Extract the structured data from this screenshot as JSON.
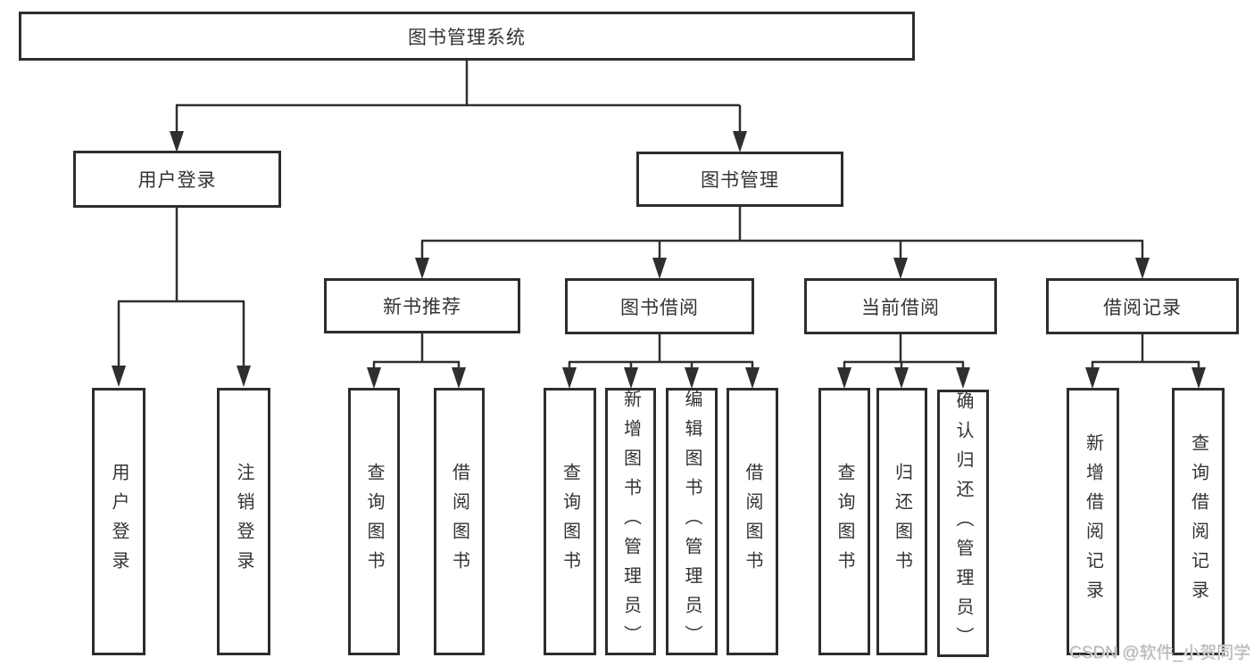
{
  "colors": {
    "line": "#2f2f2f",
    "box_border": "#2d2d2d",
    "text": "#333333",
    "watermark": "#b7b7bb",
    "background": "#ffffff"
  },
  "tree": {
    "label": "图书管理系统",
    "children": [
      {
        "label": "用户登录",
        "children": [
          {
            "label": "用户登录"
          },
          {
            "label": "注销登录"
          }
        ]
      },
      {
        "label": "图书管理",
        "children": [
          {
            "label": "新书推荐",
            "children": [
              {
                "label": "查询图书"
              },
              {
                "label": "借阅图书"
              }
            ]
          },
          {
            "label": "图书借阅",
            "children": [
              {
                "label": "查询图书"
              },
              {
                "label": "新增图书（管理员）"
              },
              {
                "label": "编辑图书（管理员）"
              },
              {
                "label": "借阅图书"
              }
            ]
          },
          {
            "label": "当前借阅",
            "children": [
              {
                "label": "查询图书"
              },
              {
                "label": "归还图书"
              },
              {
                "label": "确认归还（管理员）"
              }
            ]
          },
          {
            "label": "借阅记录",
            "children": [
              {
                "label": "新增借阅记录"
              },
              {
                "label": "查询借阅记录"
              }
            ]
          }
        ]
      }
    ]
  },
  "watermark": "CSDN @软件_小贺同学"
}
